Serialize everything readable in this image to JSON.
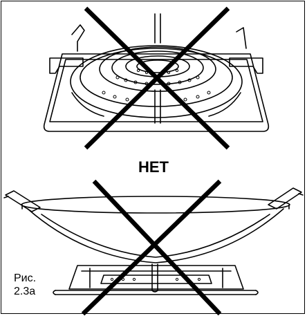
{
  "figure": {
    "verdict_label": "НЕТ",
    "caption_line1": "Рис.",
    "caption_line2": "2.3а"
  },
  "icons": {
    "top_illustration": "burner-with-grate-ring-icon",
    "bottom_illustration": "wok-on-burner-icon",
    "cross_mark": "x-cross-icon"
  },
  "colors": {
    "ink": "#000000",
    "background": "#ffffff"
  }
}
